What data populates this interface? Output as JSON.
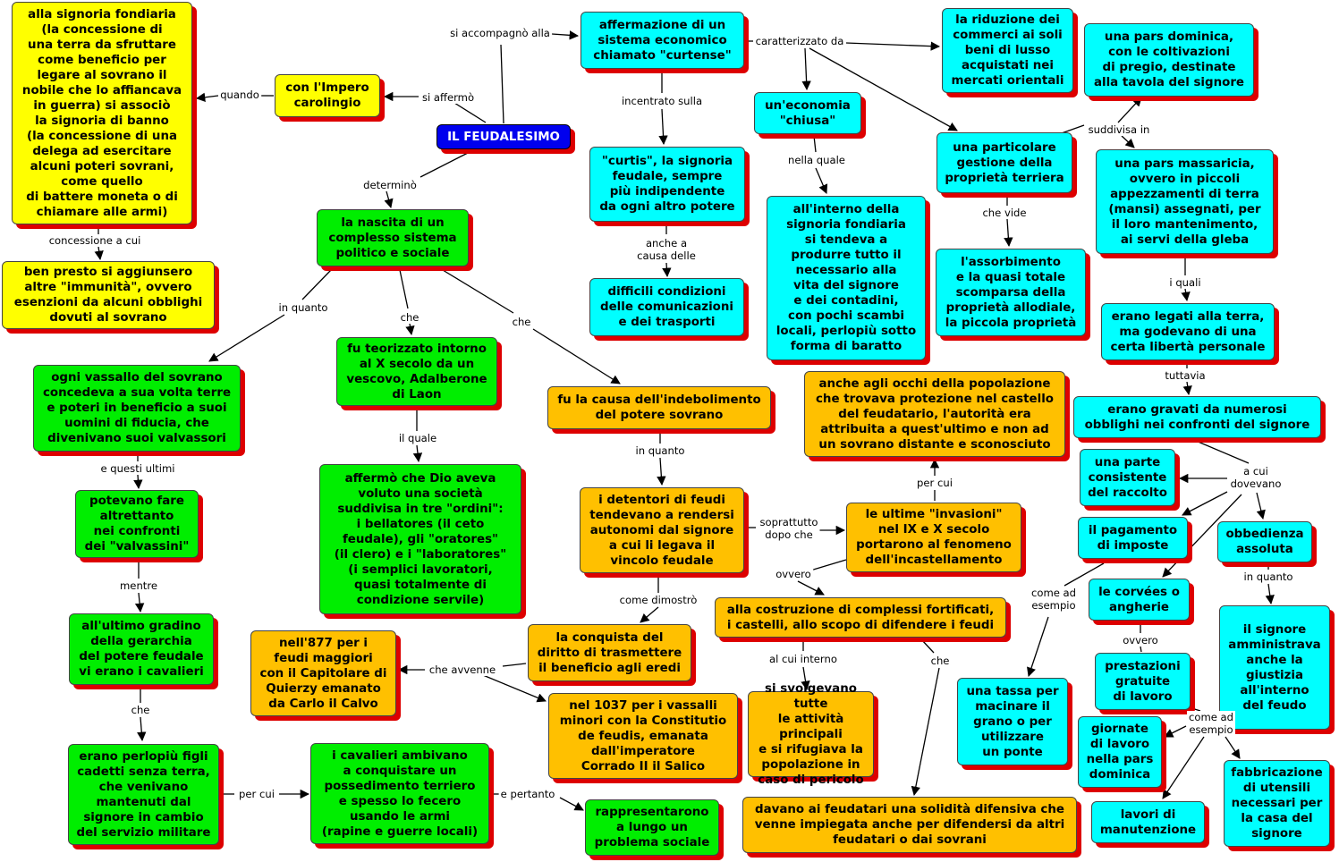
{
  "colors": {
    "yellow": "#ffff00",
    "green": "#00ee00",
    "cyan": "#00ffff",
    "orange": "#ffc000",
    "blue": "#0000ee",
    "shadow": "#dd0000"
  },
  "nodes": {
    "signoria_fondiaria": "alla signoria fondiaria\n(la concessione di\nuna terra da sfruttare\ncome beneficio per\nlegare al sovrano il\nnobile che lo affiancava\nin guerra) si associò\nla signoria di banno\n(la concessione di una\ndelega ad esercitare\nalcuni poteri sovrani,\ncome quello\ndi battere moneta o di\nchiamare alle armi)",
    "immunita": "ben presto si aggiunsero\naltre \"immunità\", ovvero\nesenzioni da alcuni obblighi\ndovuti al sovrano",
    "impero_carolingio": "con l'Impero\ncarolingio",
    "feudalesimo": "IL FEUDALESIMO",
    "curtense": "affermazione di un\nsistema economico\nchiamato \"curtense\"",
    "curtis": "\"curtis\", la signoria\nfeudale, sempre\npiù indipendente\nda ogni altro potere",
    "comunicazioni": "difficili condizioni\ndelle comunicazioni\ne dei trasporti",
    "economia_chiusa": "un'economia\n\"chiusa\"",
    "autosufficienza": "all'interno della\nsignoria fondiaria\nsi tendeva a\nprodurre tutto il\nnecessario alla\nvita del signore\ne dei contadini,\ncon pochi scambi\nlocali, perlopiù sotto\nforma di baratto",
    "commerci": "la riduzione dei\ncommerci ai soli\nbeni di lusso\nacquistati nei\nmercati orientali",
    "gestione": "una particolare\ngestione della\nproprietà terriera",
    "allodiale": "l'assorbimento\ne la quasi totale\nscomparsa della\nproprietà allodiale,\nla piccola proprietà",
    "pars_dominica": "una pars dominica,\ncon le coltivazioni\ndi pregio, destinate\nalla tavola del signore",
    "pars_massaricia": "una pars massaricia,\novvero in piccoli\nappezzamenti di terra\n(mansi) assegnati, per\nil loro mantenimento,\nai servi della gleba",
    "legati_terra": "erano legati alla terra,\nma godevano di una\ncerta libertà personale",
    "obblighi": "erano gravati da numerosi\nobblighi nei confronti del signore",
    "raccolto": "una parte\nconsistente\ndel raccolto",
    "imposte": "il pagamento\ndi imposte",
    "obbedienza": "obbedienza\nassoluta",
    "corvees": "le corvées o\nangherie",
    "giustizia": "il signore\namministrava\nanche la\ngiustizia\nall'interno\ndel feudo",
    "prestazioni": "prestazioni\ngratuite\ndi lavoro",
    "tassa": "una tassa per\nmacinare il\ngrano o per\nutilizzare\nun ponte",
    "giornate": "giornate\ndi lavoro\nnella pars\ndominica",
    "manutenzione": "lavori di\nmanutenzione",
    "utensili": "fabbricazione\ndi utensili\nnecessari per\nla casa del\nsignore",
    "sistema_politico": "la nascita di un\ncomplesso sistema\npolitico e sociale",
    "vassallo": "ogni vassallo del sovrano\nconcedeva a sua volta terre\ne poteri in beneficio a suoi\nuomini di fiducia, che\ndivenivano suoi valvassori",
    "valvassini": "potevano fare\naltrettanto\nnei confronti\ndei \"valvassini\"",
    "cavalieri": "all'ultimo gradino\ndella gerarchia\ndel potere feudale\nvi erano i cavalieri",
    "figli_cadetti": "erano perlopiù figli\ncadetti senza terra,\nche venivano\nmantenuti dal\nsignore in cambio\ndel servizio militare",
    "ambivano": "i cavalieri ambivano\na conquistare un\npossedimento terriero\ne spesso lo fecero\nusando le armi\n(rapine e guerre locali)",
    "problema_sociale": "rappresentarono\na lungo un\nproblema sociale",
    "adalberone": "fu teorizzato intorno\nal X secolo da un\nvescovo, Adalberone\ndi Laon",
    "ordini": "affermò che Dio aveva\nvoluto una società\nsuddivisa in tre \"ordini\":\ni bellatores (il ceto\nfeudale), gli \"oratores\"\n(il clero) e i \"laboratores\"\n(i semplici lavoratori,\nquasi totalmente di\ncondizione servile)",
    "indebolimento": "fu la causa dell'indebolimento\ndel potere sovrano",
    "detentori": "i detentori di feudi\ntendevano a rendersi\nautonomi dal signore\na cui li legava il\nvincolo feudale",
    "diritto_eredi": "la conquista del\ndiritto di trasmettere\nil beneficio agli eredi",
    "quierzy": "nell'877 per i\nfeudi maggiori\ncon il Capitolare di\nQuierzy emanato\nda Carlo il Calvo",
    "constitutio": "nel 1037 per i vassalli\nminori con la Constitutio\nde feudis, emanata\ndall'imperatore\nCorrado II il Salico",
    "popolazione": "anche agli occhi della popolazione\nche trovava protezione nel castello\ndel feudatario, l'autorità era\nattribuita a quest'ultimo e non ad\nun sovrano distante e sconosciuto",
    "invasioni": "le ultime \"invasioni\"\nnel IX e X secolo\nportarono al fenomeno\ndell'incastellamento",
    "castelli": "alla costruzione di complessi fortificati,\ni castelli, allo scopo di difendere i feudi",
    "attivita": "si svolgevano tutte\nle attività principali\ne si rifugiava la\npopolazione in\ncaso di pericolo",
    "solidita": "davano ai feudatari una solidità difensiva che\nvenne impiegata anche per difendersi da altri\nfeudatari o dai sovrani"
  },
  "links": {
    "quando": "quando",
    "concessione": "concessione a cui",
    "si_affermo": "si affermò",
    "si_accompagno": "si accompagnò alla",
    "caratterizzato": "caratterizzato da",
    "incentrato": "incentrato sulla",
    "anche_causa": "anche a\ncausa delle",
    "nella_quale": "nella quale",
    "che_vide": "che vide",
    "suddivisa": "suddivisa in",
    "i_quali": "i quali",
    "tuttavia": "tuttavia",
    "a_cui_dovevano": "a cui\ndovevano",
    "in_quanto_giustizia": "in quanto",
    "ovvero_corvees": "ovvero",
    "come_ad_esempio_tassa": "come ad\nesempio",
    "come_ad_esempio_lavori": "come ad\nesempio",
    "determino": "determinò",
    "in_quanto_vassallo": "in quanto",
    "che_adalberone": "che",
    "che_indebolimento": "che",
    "e_questi_ultimi": "e questi ultimi",
    "mentre": "mentre",
    "che_cadetti": "che",
    "per_cui": "per cui",
    "e_pertanto": "e pertanto",
    "il_quale": "il quale",
    "in_quanto_detentori": "in quanto",
    "come_dimostro": "come dimostrò",
    "che_avvenne": "che avvenne",
    "soprattutto": "soprattutto\ndopo che",
    "per_cui_popolazione": "per cui",
    "ovvero_castelli": "ovvero",
    "al_cui_interno": "al cui interno",
    "che_solidita": "che"
  }
}
